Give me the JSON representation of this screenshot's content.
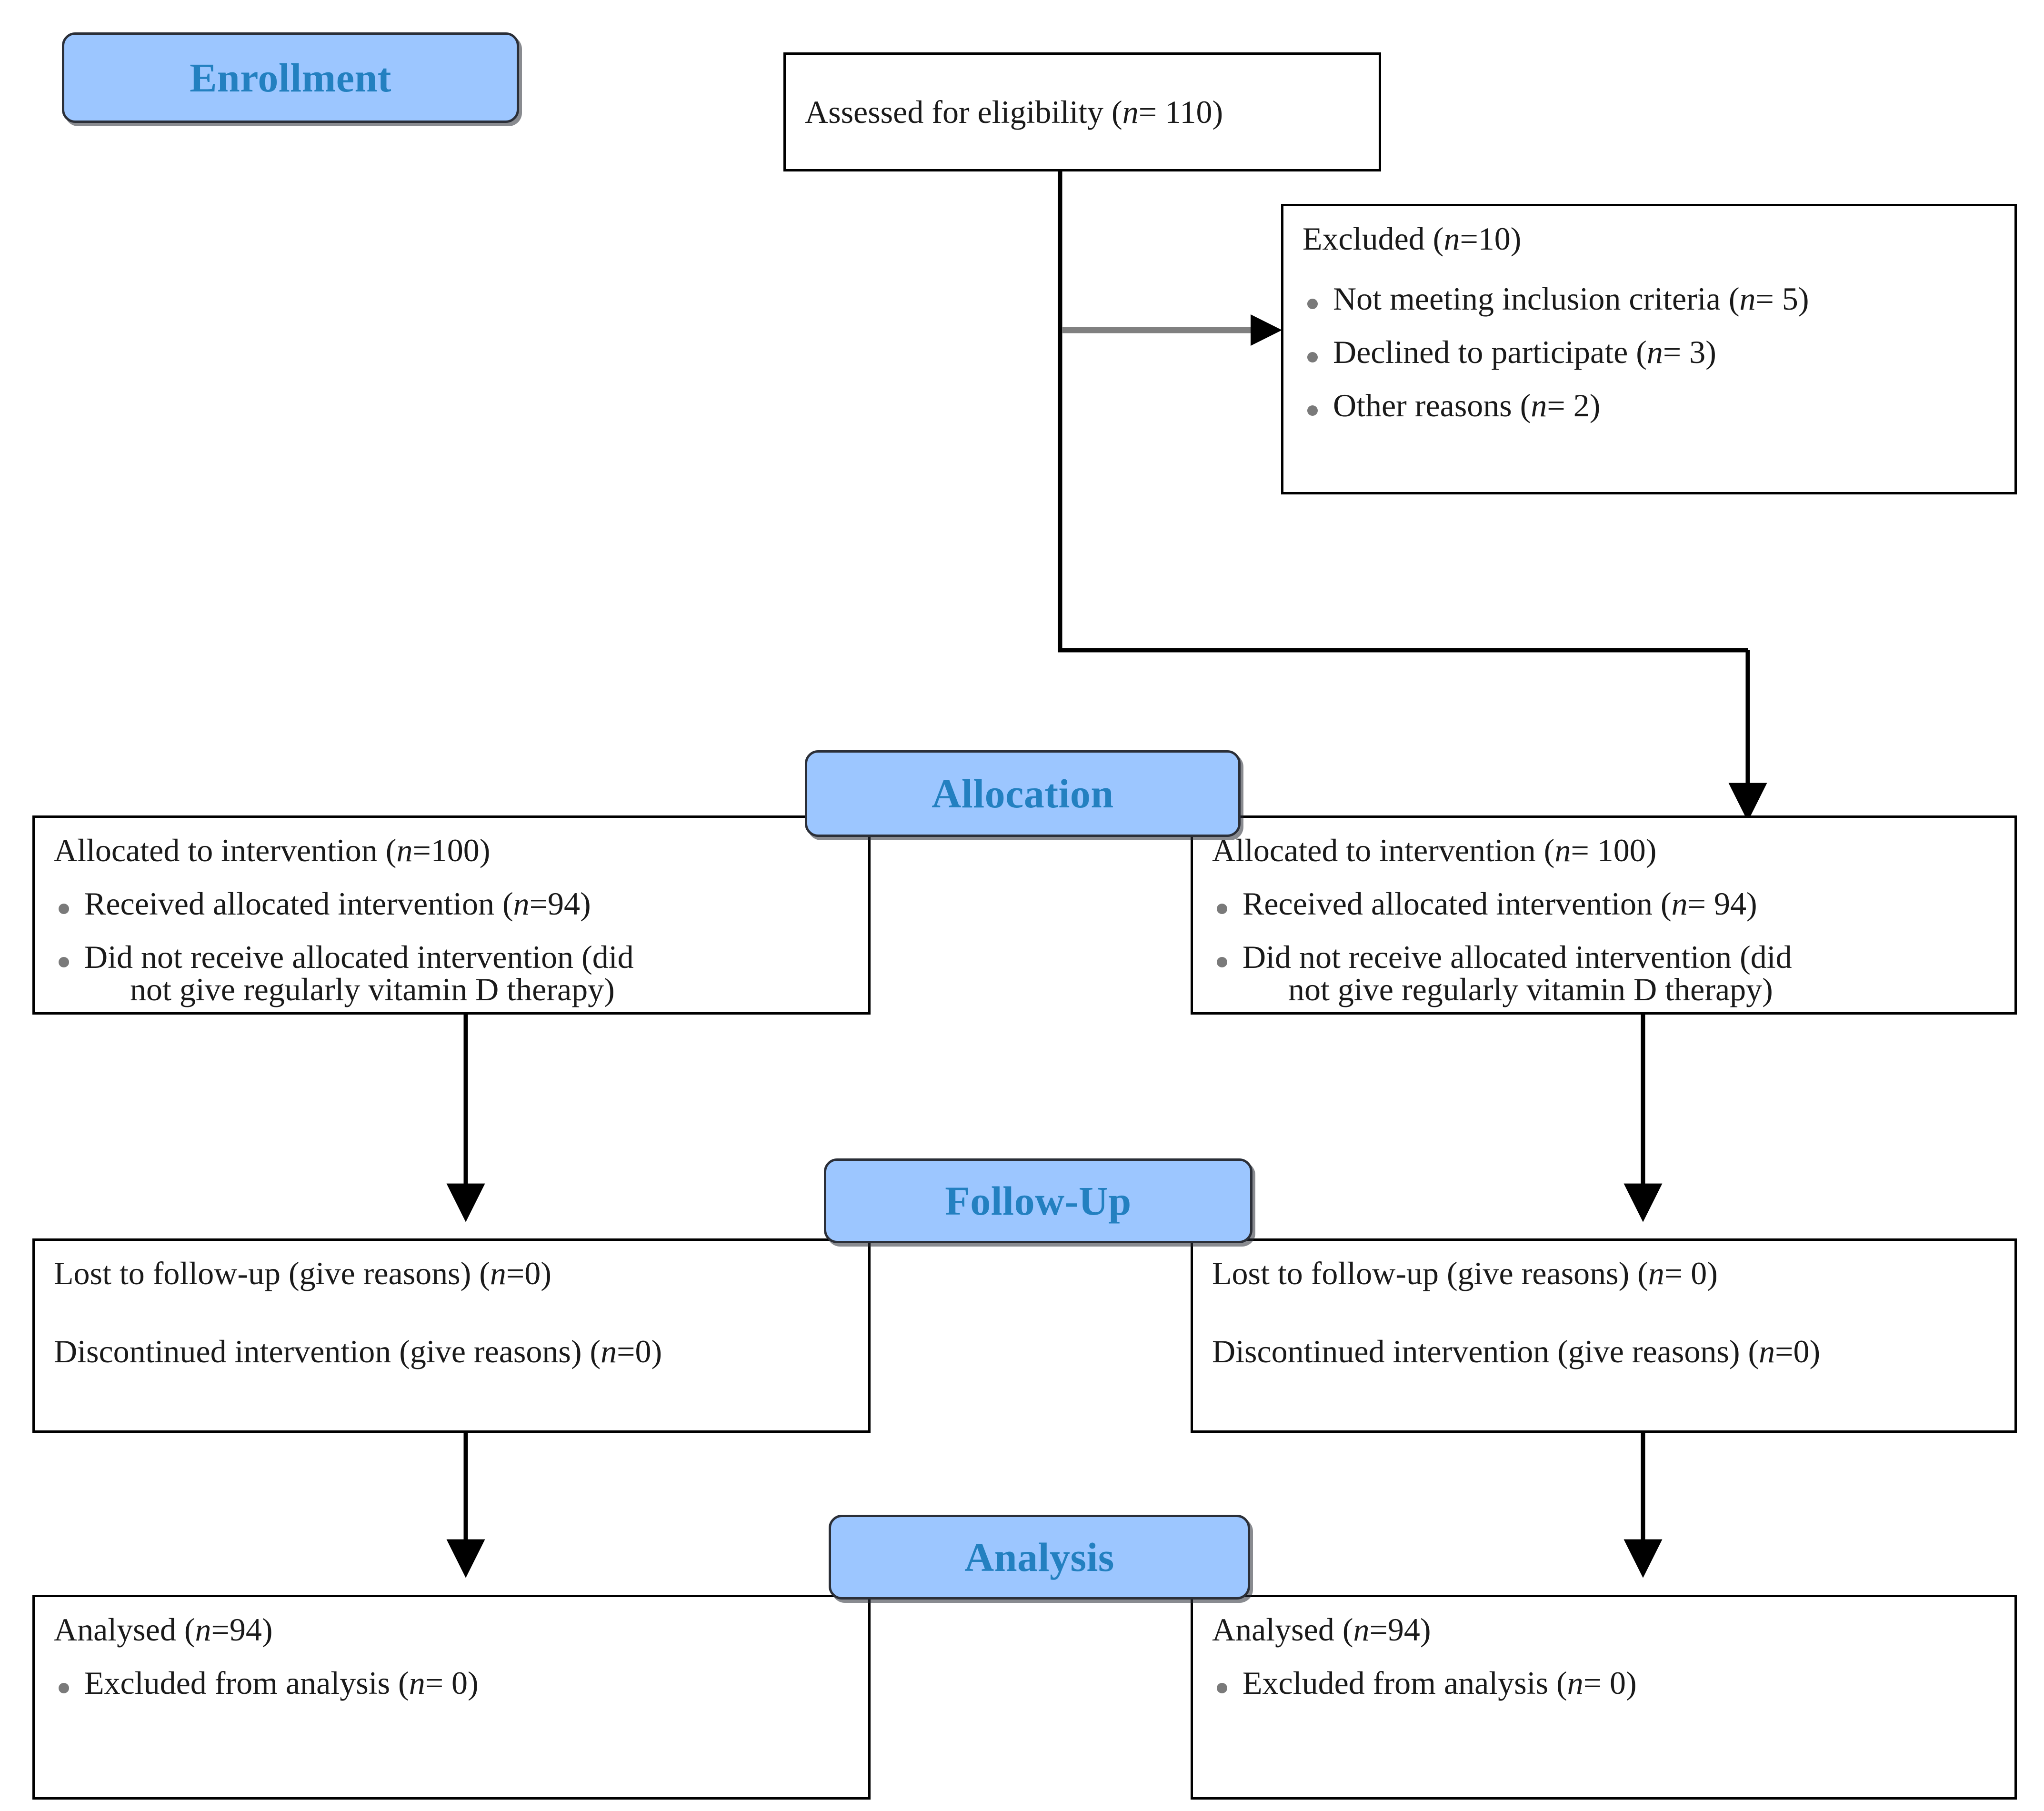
{
  "diagram": {
    "title": "CONSORT participant flow diagram",
    "colors": {
      "badge_fill": "#9CC6FF",
      "badge_text": "#2380C0",
      "badge_border": "#2b2f38",
      "box_border": "#000000",
      "bullet": "#7a7a7a",
      "exclusion_arrow": "#808080",
      "arrow": "#000000"
    }
  },
  "stages": {
    "enrollment": "Enrollment",
    "allocation": "Allocation",
    "followup": "Follow-Up",
    "analysis": "Analysis"
  },
  "enrollment": {
    "assessed": {
      "text_a": "Assessed for eligibility (",
      "n_italic": "n",
      "text_b": "= 110)"
    },
    "excluded": {
      "heading_a": "Excluded  (",
      "heading_n": "n",
      "heading_b": "=10)",
      "reasons": [
        {
          "text_a": "Not meeting inclusion criteria (",
          "n": "n",
          "text_b": "= 5)"
        },
        {
          "text_a": "Declined to participate (",
          "n": "n",
          "text_b": "= 3)"
        },
        {
          "text_a": "Other reasons (",
          "n": "n",
          "text_b": "= 2)"
        }
      ]
    }
  },
  "allocation": {
    "left": {
      "heading_a": "Allocated to intervention (",
      "heading_n": "n",
      "heading_b": "=100)",
      "items": [
        {
          "text_a": "Received allocated intervention (",
          "n": "n",
          "text_b": "=94)",
          "cont": ""
        },
        {
          "text_a": "Did not receive allocated intervention (did",
          "n": "",
          "text_b": "",
          "cont": "not give regularly vitamin D therapy)"
        }
      ]
    },
    "right": {
      "heading_a": "Allocated to intervention (",
      "heading_n": "n",
      "heading_b": "= 100)",
      "items": [
        {
          "text_a": "Received allocated intervention (",
          "n": "n",
          "text_b": "= 94)",
          "cont": ""
        },
        {
          "text_a": "Did not receive allocated intervention (did",
          "n": "",
          "text_b": "",
          "cont": "not give regularly vitamin D therapy)"
        }
      ]
    }
  },
  "followup": {
    "left": {
      "lost_a": "Lost to follow-up (give reasons) (",
      "lost_n": "n",
      "lost_b": "=0)",
      "disc_a": "Discontinued intervention (give reasons) (",
      "disc_n": "n",
      "disc_b": "=0)"
    },
    "right": {
      "lost_a": "Lost to follow-up (give reasons) (",
      "lost_n": "n",
      "lost_b": "= 0)",
      "disc_a": "Discontinued intervention (give reasons) (",
      "disc_n": "n",
      "disc_b": "=0)"
    }
  },
  "analysis": {
    "left": {
      "heading_a": "Analysed  (",
      "heading_n": "n",
      "heading_b": "=94)",
      "excluded_a": "Excluded from analysis  (",
      "excluded_n": "n",
      "excluded_b": "= 0)"
    },
    "right": {
      "heading_a": "Analysed  (",
      "heading_n": "n",
      "heading_b": "=94)",
      "excluded_a": "Excluded from analysis  (",
      "excluded_n": "n",
      "excluded_b": "= 0)"
    }
  }
}
